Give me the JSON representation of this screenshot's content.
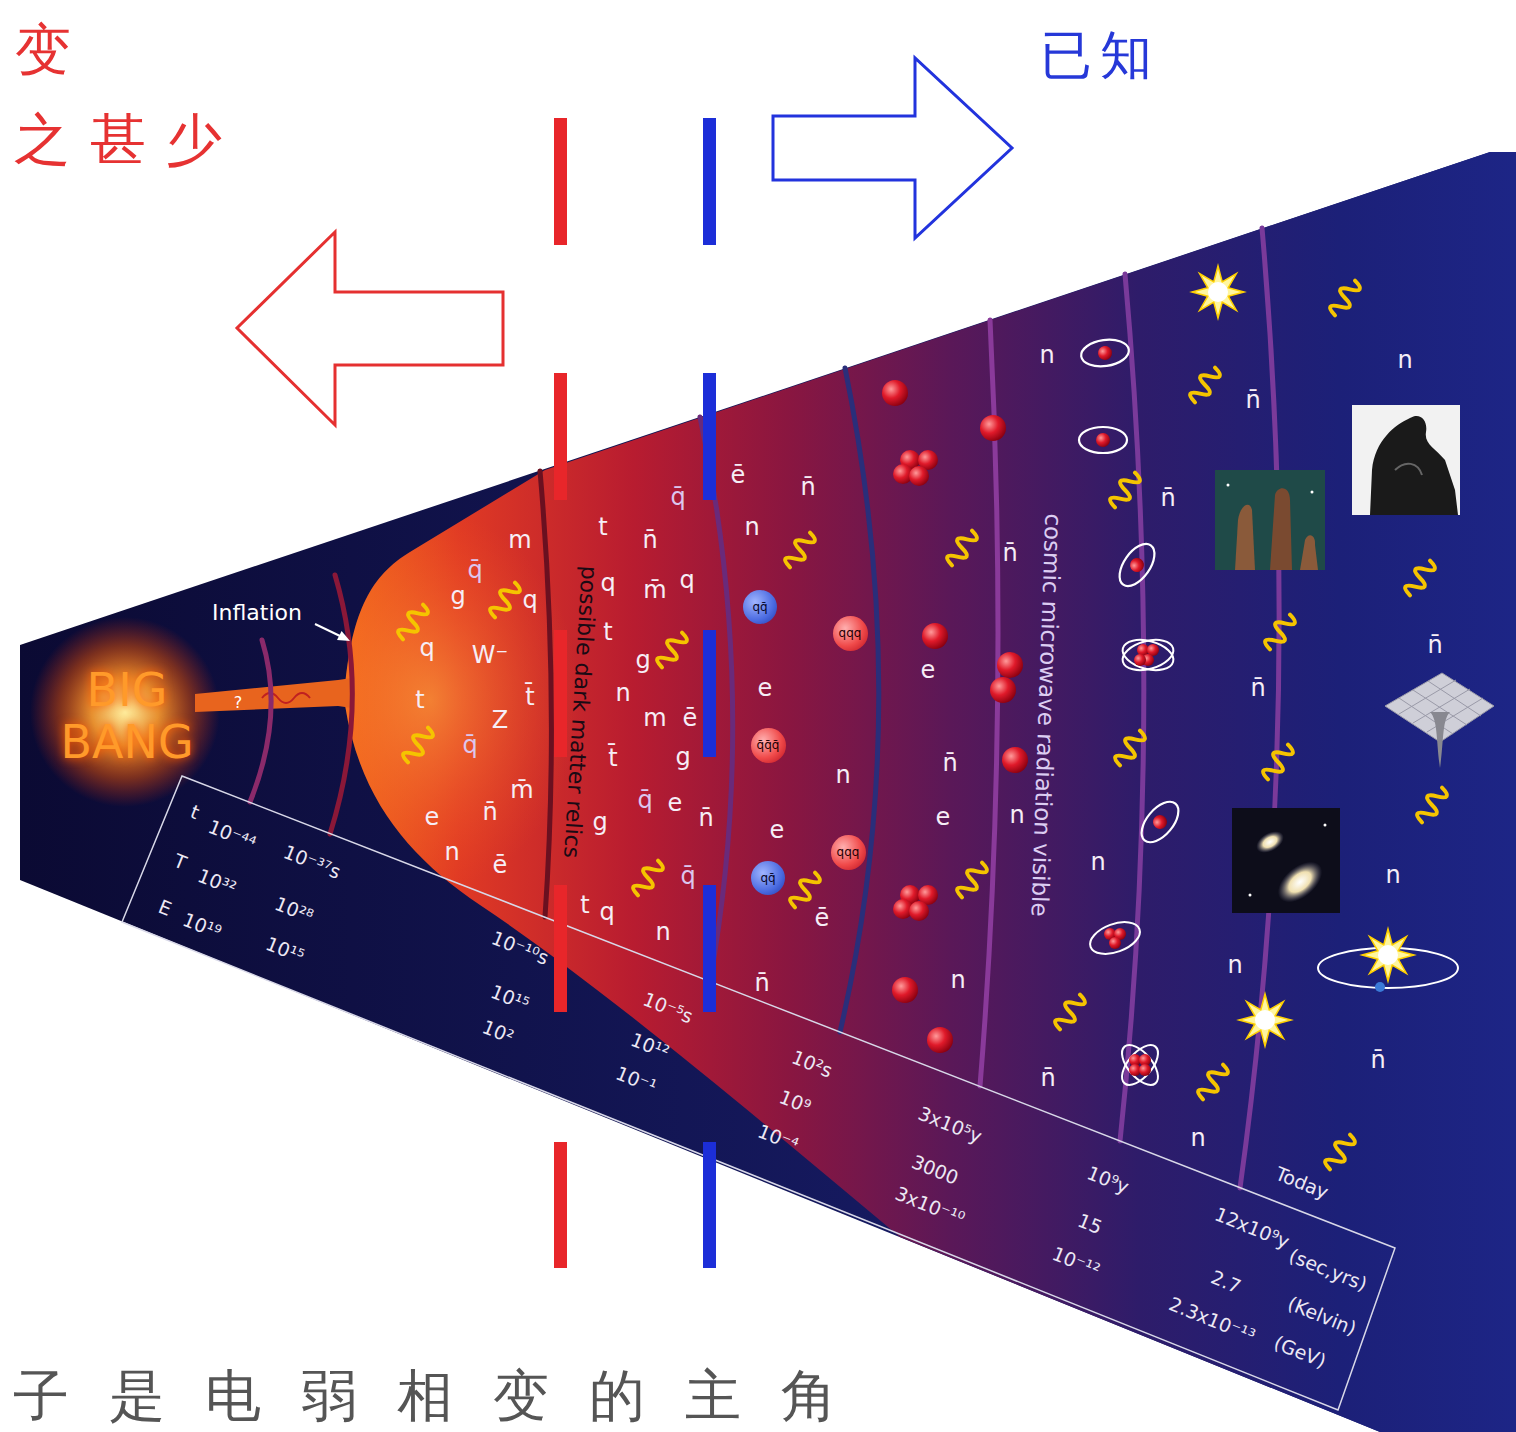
{
  "diagram": {
    "nodes": [
      {
        "text": [
          "qq̄"
        ]
      },
      {
        "text": [
          "qqq"
        ]
      },
      {
        "text": [
          "q̄q̄q̄"
        ]
      },
      {
        "text": [
          "qqq"
        ]
      },
      {
        "text": [
          "qq̄"
        ]
      }
    ],
    "labels": [
      "变",
      "之甚少",
      "已知",
      "BIG",
      "BANG",
      "?",
      "Inflation",
      "possible dark matter relics",
      "cosmic microwave radiation visible",
      "t",
      "10⁻⁴⁴",
      "10⁻³⁷s",
      "T",
      "10³²",
      "10²⁸",
      "E",
      "10¹⁹",
      "10¹⁵",
      "10⁻¹⁰s",
      "10¹⁵",
      "10²",
      "10⁻⁵s",
      "10¹²",
      "10⁻¹",
      "10²s",
      "10⁹",
      "10⁻⁴",
      "3x10⁵y",
      "3000",
      "3x10⁻¹⁰",
      "10⁹y",
      "15",
      "10⁻¹²",
      "Today",
      "12x10⁹y",
      "(sec,yrs)",
      "2.7",
      "(Kelvin)",
      "2.3x10⁻¹³",
      "(GeV)",
      "q̄",
      "g",
      "q",
      "q",
      "W⁻",
      "t",
      "Z",
      "q̄",
      "e",
      "n̄",
      "n",
      "ē",
      "m",
      "t",
      "n̄",
      "q̄",
      "q",
      "m̄",
      "q",
      "t",
      "g",
      "t̄",
      "n",
      "m",
      "ē",
      "t̄",
      "g",
      "m̄",
      "q̄",
      "e",
      "g",
      "n̄",
      "t",
      "q",
      "q̄",
      "n",
      "ē",
      "n̄",
      "n",
      "e",
      "e",
      "ē",
      "n̄",
      "n",
      "e",
      "n̄",
      "e",
      "n",
      "n",
      "n̄",
      "n",
      "n̄",
      "n̄",
      "n̄",
      "n",
      "n̄",
      "n",
      "n",
      "n",
      "n̄",
      "n",
      "n̄",
      "子是电弱相变的主角"
    ]
  }
}
